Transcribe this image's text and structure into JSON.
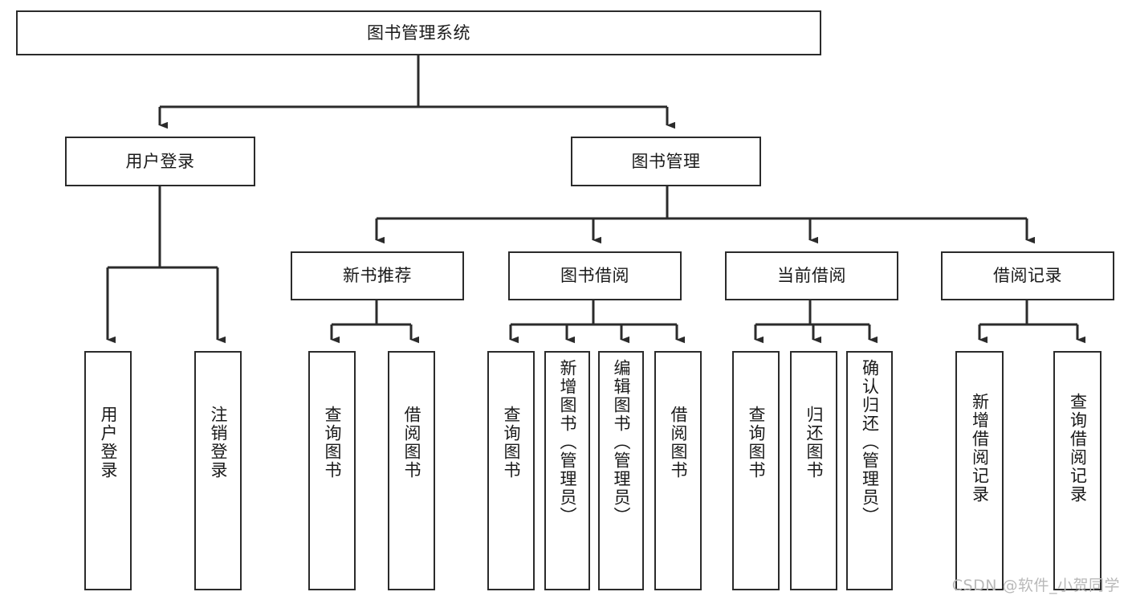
{
  "diagram": {
    "title": "图书管理系统",
    "watermark": "CSDN @软件_小贺同学",
    "colors": {
      "line": "#2b2b2b",
      "box_border": "#2b2b2b",
      "box_fill": "#ffffff",
      "text": "#1a1a1a",
      "watermark": "#b9b9b9",
      "background": "#ffffff"
    },
    "root": {
      "label": "图书管理系统"
    },
    "level2": [
      {
        "label": "用户登录"
      },
      {
        "label": "图书管理"
      }
    ],
    "level3": [
      {
        "label": "新书推荐"
      },
      {
        "label": "图书借阅"
      },
      {
        "label": "当前借阅"
      },
      {
        "label": "借阅记录"
      }
    ],
    "leaves": {
      "user_login": [
        {
          "label": "用户登录"
        },
        {
          "label": "注销登录"
        }
      ],
      "new_book_recommend": [
        {
          "label": "查询图书"
        },
        {
          "label": "借阅图书"
        }
      ],
      "book_borrow": [
        {
          "label": "查询图书"
        },
        {
          "label": "新增图书（管理员）"
        },
        {
          "label": "编辑图书（管理员）"
        },
        {
          "label": "借阅图书"
        }
      ],
      "current_borrow": [
        {
          "label": "查询图书"
        },
        {
          "label": "归还图书"
        },
        {
          "label": "确认归还（管理员）"
        }
      ],
      "borrow_record": [
        {
          "label": "新增借阅记录"
        },
        {
          "label": "查询借阅记录"
        }
      ]
    }
  }
}
